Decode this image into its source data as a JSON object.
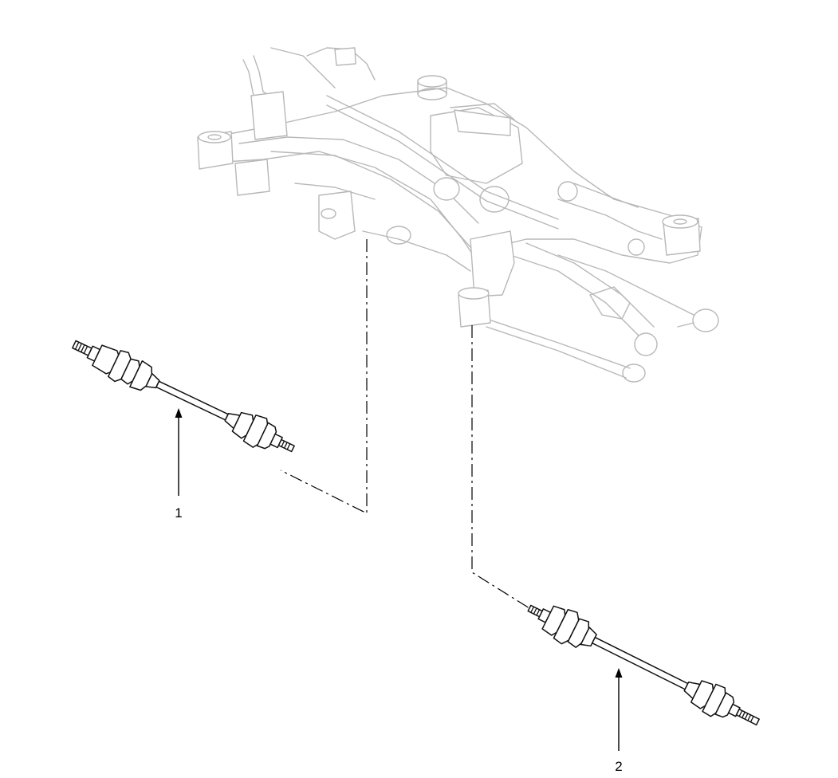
{
  "callouts": [
    {
      "id": "1",
      "label": "1"
    },
    {
      "id": "2",
      "label": "2"
    }
  ],
  "colors": {
    "line": "#111111",
    "ghost": "#b8b8b8",
    "background": "#ffffff"
  }
}
